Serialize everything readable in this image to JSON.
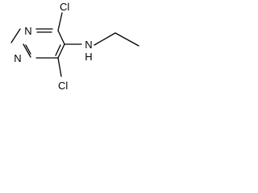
{
  "molecule": {
    "atoms": {
      "cl_top": "Cl",
      "n_ring_top": "N",
      "n_ring_bottom": "N",
      "nh": "N",
      "h": "H",
      "cl_bottom": "Cl"
    }
  },
  "colors": {
    "ink": "#000000",
    "background": "#ffffff"
  }
}
